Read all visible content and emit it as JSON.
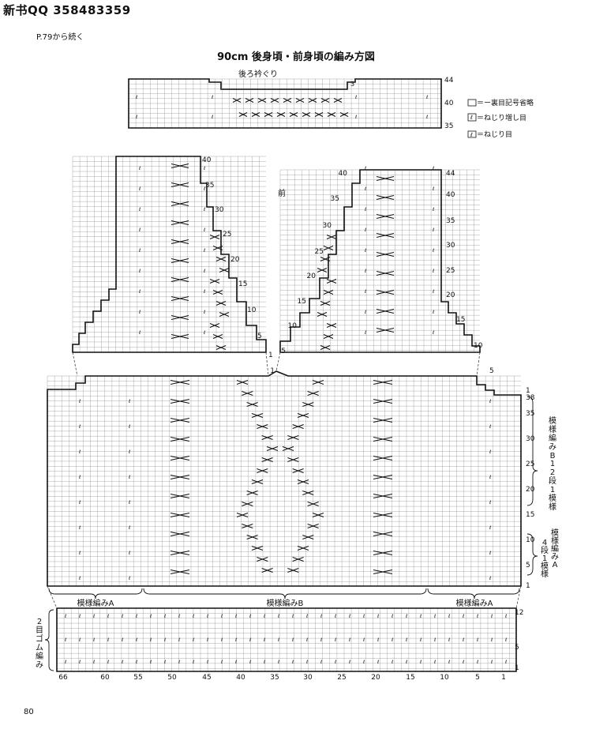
{
  "header": {
    "watermark": "新书QQ 358483359",
    "continued": "P.79から続く",
    "page_number": "80"
  },
  "title": "90cm 後身頃・前身頃の編み方図",
  "labels": {
    "back_neck": "後ろ衿ぐり",
    "front": "前",
    "back_neck_offset": "3",
    "pattern_a": "模様編みA",
    "pattern_b": "模様編みB",
    "ribbing": "2目ゴム編み",
    "side_b": "模様編みB 12段1模様",
    "side_a": "模様編みA 4段1模様"
  },
  "legend": [
    {
      "text": "＝ー裏目記号省略"
    },
    {
      "text": "＝ねじり増し目"
    },
    {
      "text": "＝ねじり目"
    }
  ],
  "top_chart_rows": [
    "44",
    "40",
    "35"
  ],
  "left_shoulder_rows": [
    "40",
    "35",
    "30",
    "25",
    "20",
    "15",
    "10",
    "5",
    "1"
  ],
  "right_shoulder_rows": [
    "44",
    "40",
    "35",
    "30",
    "25",
    "20",
    "15",
    "10",
    "5"
  ],
  "right_shoulder_inner_rows": [
    "40",
    "35",
    "30",
    "25",
    "20",
    "15",
    "10",
    "5",
    "1"
  ],
  "body_rows": [
    "1",
    "38",
    "35",
    "30",
    "25",
    "20",
    "15",
    "10",
    "5",
    "1"
  ],
  "rib_rows": [
    "12",
    "5",
    "1"
  ],
  "columns": [
    "66",
    "60",
    "55",
    "50",
    "45",
    "40",
    "35",
    "30",
    "25",
    "20",
    "15",
    "10",
    "5",
    "1"
  ]
}
